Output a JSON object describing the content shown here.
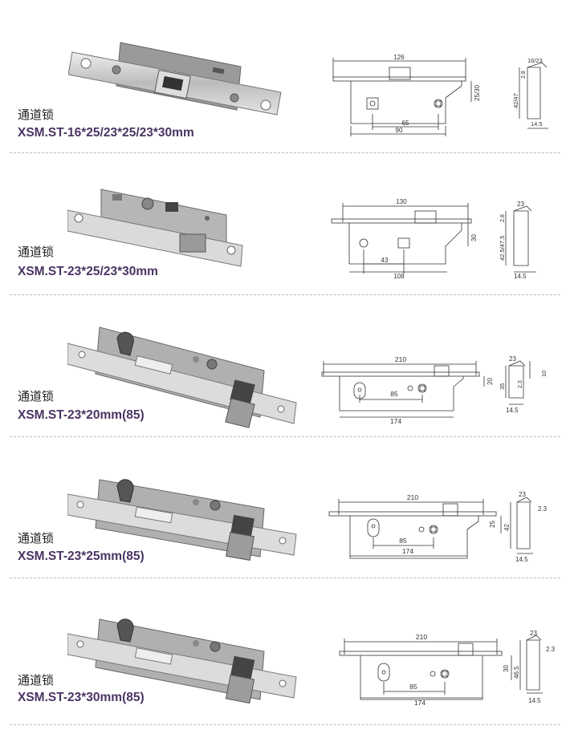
{
  "products": [
    {
      "name": "通道锁",
      "model": "XSM.ST-16*25/23*25/23*30mm",
      "front": {
        "width": "126",
        "hole_spacing": "65",
        "body": "90",
        "side": "25/30"
      },
      "side": {
        "top": "16/23",
        "depth": "2.8",
        "height": "42/47",
        "bottom": "14.5"
      }
    },
    {
      "name": "通道锁",
      "model": "XSM.ST-23*25/23*30mm",
      "front": {
        "width": "130",
        "hole_spacing": "43",
        "body": "108",
        "side": "30"
      },
      "side": {
        "top": "23",
        "depth": "2.8",
        "height": "42.5/47.5",
        "bottom": "14.5"
      }
    },
    {
      "name": "通道锁",
      "model": "XSM.ST-23*20mm(85)",
      "front": {
        "width": "210",
        "hole_spacing": "85",
        "body": "174",
        "side_a": "20",
        "side_b": "35"
      },
      "side": {
        "top": "23",
        "depth": "2.3",
        "right": "10",
        "bottom": "14.5"
      }
    },
    {
      "name": "通道锁",
      "model": "XSM.ST-23*25mm(85)",
      "front": {
        "width": "210",
        "hole_spacing": "85",
        "body": "174",
        "side_a": "25",
        "side_b": "42"
      },
      "side": {
        "top": "23",
        "depth": "2.3",
        "bottom": "14.5"
      }
    },
    {
      "name": "通道锁",
      "model": "XSM.ST-23*30mm(85)",
      "front": {
        "width": "210",
        "hole_spacing": "85",
        "body": "174",
        "side_a": "30",
        "side_b": "46.5"
      },
      "side": {
        "top": "23",
        "depth": "2.3",
        "bottom": "14.5"
      }
    }
  ],
  "colors": {
    "model_text": "#4a3563",
    "steel": "#c9c9c9",
    "line": "#333333"
  }
}
